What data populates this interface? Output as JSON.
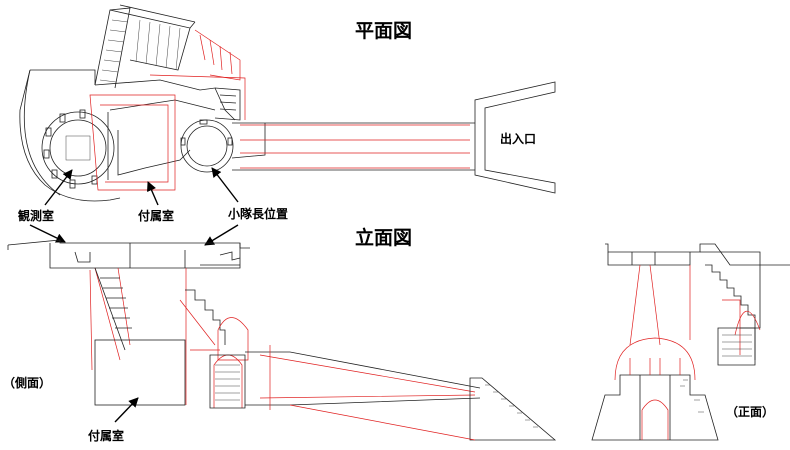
{
  "titles": {
    "plan": "平面図",
    "elevation": "立面図"
  },
  "labels": {
    "entrance": "出入口",
    "observation_room": "観測室",
    "annex_room_plan": "付属室",
    "squad_leader_position": "小隊長位置",
    "side_view": "（側面）",
    "annex_room_elevation": "付属室",
    "front_view": "（正面）"
  },
  "colors": {
    "outline": "#222222",
    "hidden_lines": "#e02020",
    "text": "#000000"
  }
}
